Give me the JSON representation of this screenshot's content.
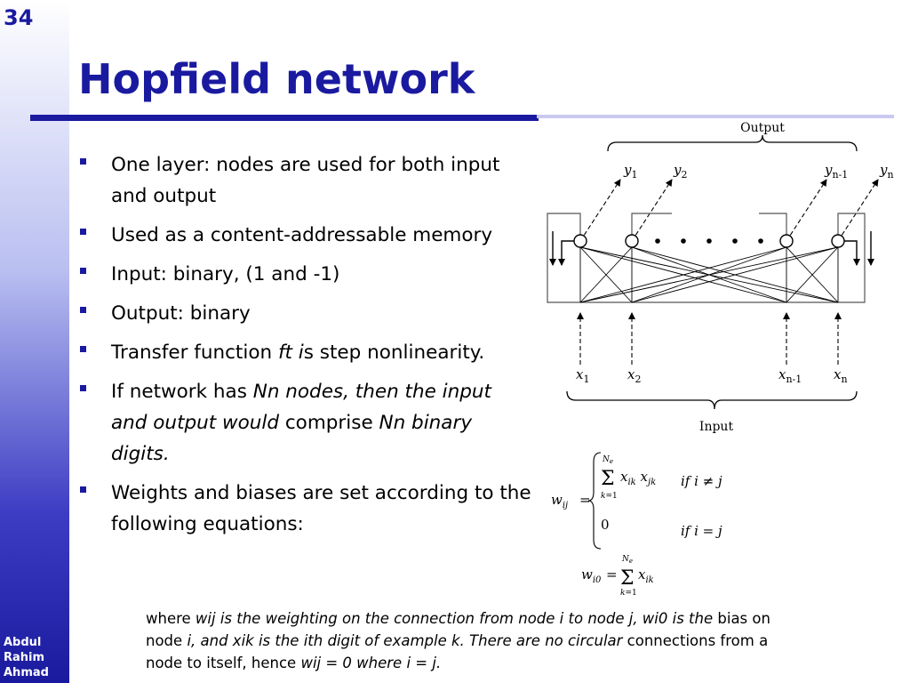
{
  "slide": {
    "number": "34",
    "author": [
      "Abdul",
      "Rahim",
      "Ahmad"
    ]
  },
  "title": "Hopfield network",
  "bullets": [
    {
      "runs": [
        {
          "text": "One layer: nodes are used for both input and output",
          "italic": false
        }
      ]
    },
    {
      "runs": [
        {
          "text": "Used as a content-addressable memory",
          "italic": false
        }
      ]
    },
    {
      "runs": [
        {
          "text": "Input: binary, (1 and -1)",
          "italic": false
        }
      ]
    },
    {
      "runs": [
        {
          "text": "Output: binary",
          "italic": false
        }
      ]
    },
    {
      "runs": [
        {
          "text": "Transfer function ",
          "italic": false
        },
        {
          "text": "ft i",
          "italic": true
        },
        {
          "text": "s step nonlinearity.",
          "italic": false
        }
      ]
    },
    {
      "runs": [
        {
          "text": "If network has ",
          "italic": false
        },
        {
          "text": "Nn nodes, then the input and output would",
          "italic": true
        },
        {
          "text": " comprise ",
          "italic": false
        },
        {
          "text": "Nn binary digits.",
          "italic": true
        }
      ]
    },
    {
      "runs": [
        {
          "text": "Weights and biases are set according to the following equations:",
          "italic": false
        }
      ]
    }
  ],
  "figure": {
    "output_label": "Output",
    "input_label": "Input",
    "y_labels": [
      {
        "base": "y",
        "sub": "1"
      },
      {
        "base": "y",
        "sub": "2"
      },
      {
        "base": "y",
        "sub": "n-1"
      },
      {
        "base": "y",
        "sub": "n"
      }
    ],
    "x_labels": [
      {
        "base": "x",
        "sub": "1"
      },
      {
        "base": "x",
        "sub": "2"
      },
      {
        "base": "x",
        "sub": "n-1"
      },
      {
        "base": "x",
        "sub": "n"
      }
    ]
  },
  "equations": {
    "case1_condition": "if i ≠ j",
    "case2_value": "0",
    "case2_condition": "if i = j"
  },
  "footnote": {
    "runs": [
      {
        "text": " where ",
        "italic": false
      },
      {
        "text": "wij is the weighting on the connection from node i to node j, wi0 is the",
        "italic": true
      },
      {
        "text": " bias on node ",
        "italic": false
      },
      {
        "text": "i, and xik is the ith digit of example k. There are no circular",
        "italic": true
      },
      {
        "text": " connections from a node to itself, hence ",
        "italic": false
      },
      {
        "text": "wij = 0 where i = j.",
        "italic": true
      }
    ]
  }
}
